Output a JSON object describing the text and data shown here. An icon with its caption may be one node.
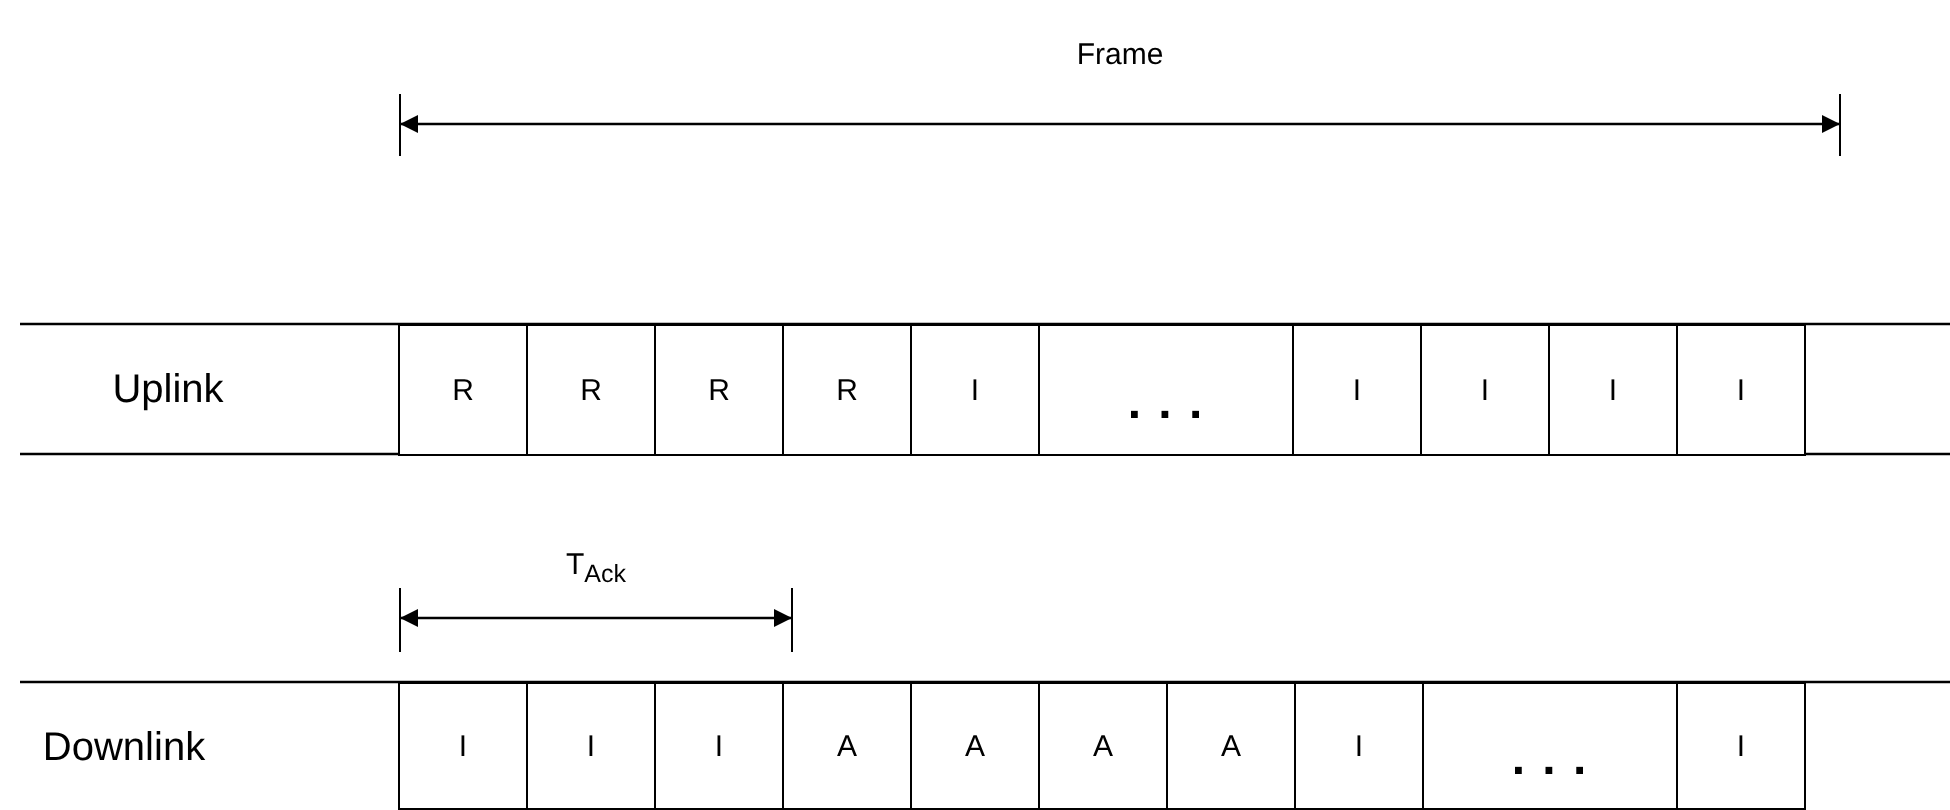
{
  "diagram": {
    "nodes": [
      {
        "text": [
          "R"
        ]
      },
      {
        "text": [
          "R"
        ]
      },
      {
        "text": [
          "R"
        ]
      },
      {
        "text": [
          "R"
        ]
      },
      {
        "text": [
          "I"
        ]
      },
      {
        "text": [
          ". . ."
        ]
      },
      {
        "text": [
          "I"
        ]
      },
      {
        "text": [
          "I"
        ]
      },
      {
        "text": [
          "I"
        ]
      },
      {
        "text": [
          "I"
        ]
      },
      {
        "text": [
          "I"
        ]
      },
      {
        "text": [
          "I"
        ]
      },
      {
        "text": [
          "I"
        ]
      },
      {
        "text": [
          "A"
        ]
      },
      {
        "text": [
          "A"
        ]
      },
      {
        "text": [
          "A"
        ]
      },
      {
        "text": [
          "A"
        ]
      },
      {
        "text": [
          "I"
        ]
      },
      {
        "text": [
          ". . ."
        ]
      },
      {
        "text": [
          "I"
        ]
      }
    ],
    "labels": [
      "Frame",
      "Uplink",
      "T$_{Ack}$",
      "Downlink"
    ]
  }
}
